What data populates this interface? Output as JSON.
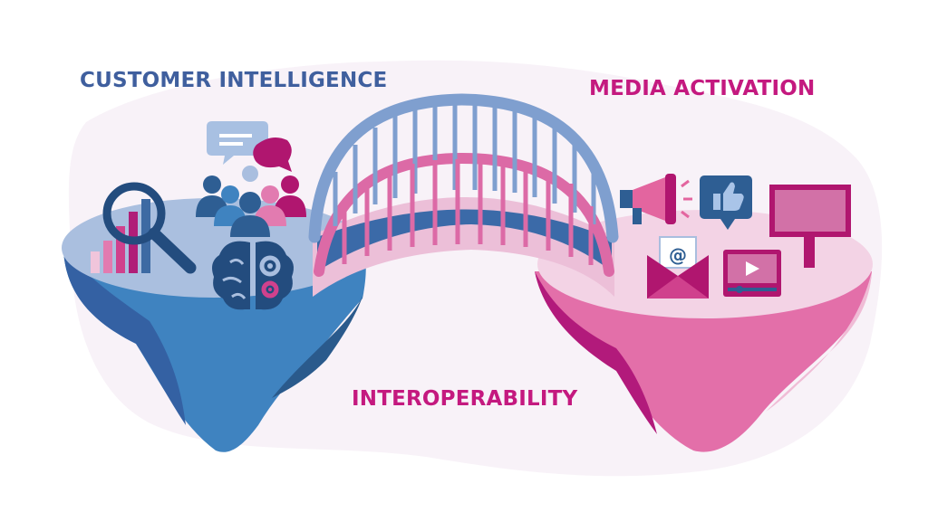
{
  "labels": {
    "customer_intelligence": "CUSTOMER INTELLIGENCE",
    "media_activation": "MEDIA ACTIVATION",
    "interoperability": "INTEROPERABILITY"
  },
  "colors": {
    "blue_text": "#3f5f9e",
    "magenta_text": "#c4197f",
    "blue_dark": "#2d5c93",
    "blue_mid": "#3f83c0",
    "blue_light": "#a9bedf",
    "pink_dark": "#b4187a",
    "pink_mid": "#e26ba7",
    "pink_light": "#f3c8de",
    "blob": "#f7f1f8"
  },
  "icons": {
    "left": [
      "bar-chart-icon",
      "magnifier-icon",
      "chat-bubbles-icon",
      "people-group-icon",
      "brain-gears-icon"
    ],
    "right": [
      "megaphone-icon",
      "thumbs-up-icon",
      "billboard-icon",
      "email-icon",
      "video-player-icon"
    ]
  }
}
